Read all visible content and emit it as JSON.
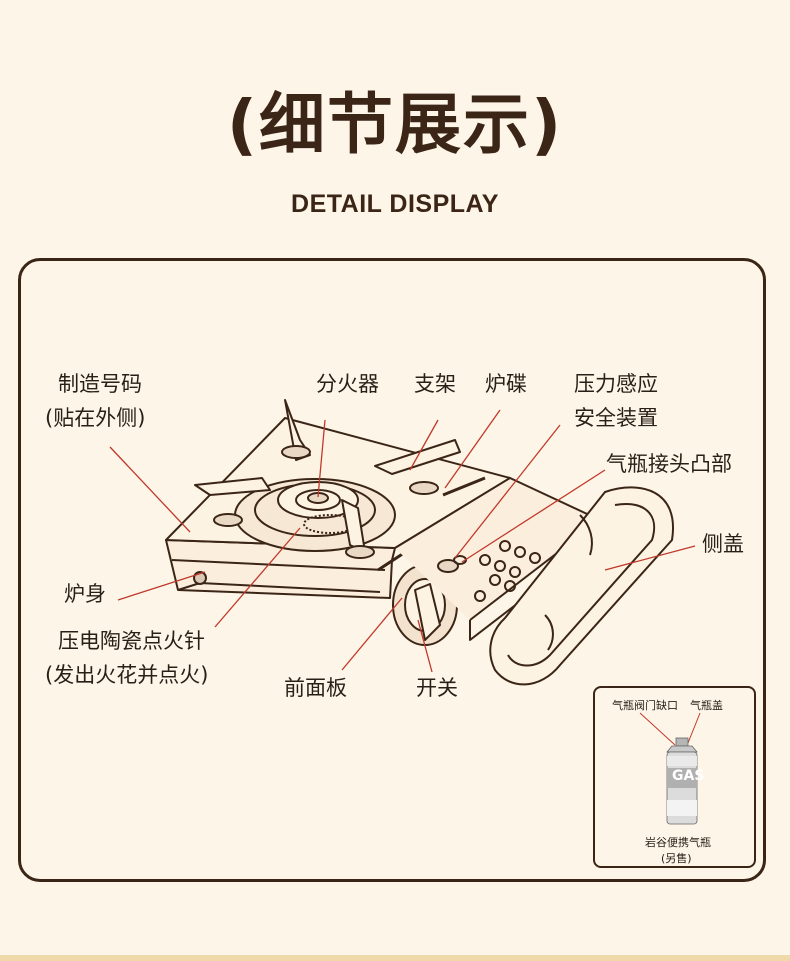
{
  "header": {
    "title": "(细节展示)",
    "subtitle": "DETAIL DISPLAY"
  },
  "labels": {
    "serial_number": "制造号码",
    "serial_number_note": "(贴在外侧)",
    "burner_head": "分火器",
    "pot_support": "支架",
    "drip_tray": "炉碟",
    "pressure_safety_1": "压力感应",
    "pressure_safety_2": "安全装置",
    "canister_connector": "气瓶接头凸部",
    "side_cover": "侧盖",
    "stove_body": "炉身",
    "igniter_1": "压电陶瓷点火针",
    "igniter_2": "(发出火花并点火)",
    "front_panel": "前面板",
    "switch": "开关"
  },
  "inset": {
    "valve_notch": "气瓶阀门缺口",
    "cap": "气瓶盖",
    "canister_name": "岩谷便携气瓶",
    "canister_note": "(另售)",
    "can_brand": "GAS"
  },
  "colors": {
    "background": "#fdf5e7",
    "outline": "#3b2516",
    "leader_line": "#c0392b",
    "bottom_bar": "#f0d9a8"
  }
}
